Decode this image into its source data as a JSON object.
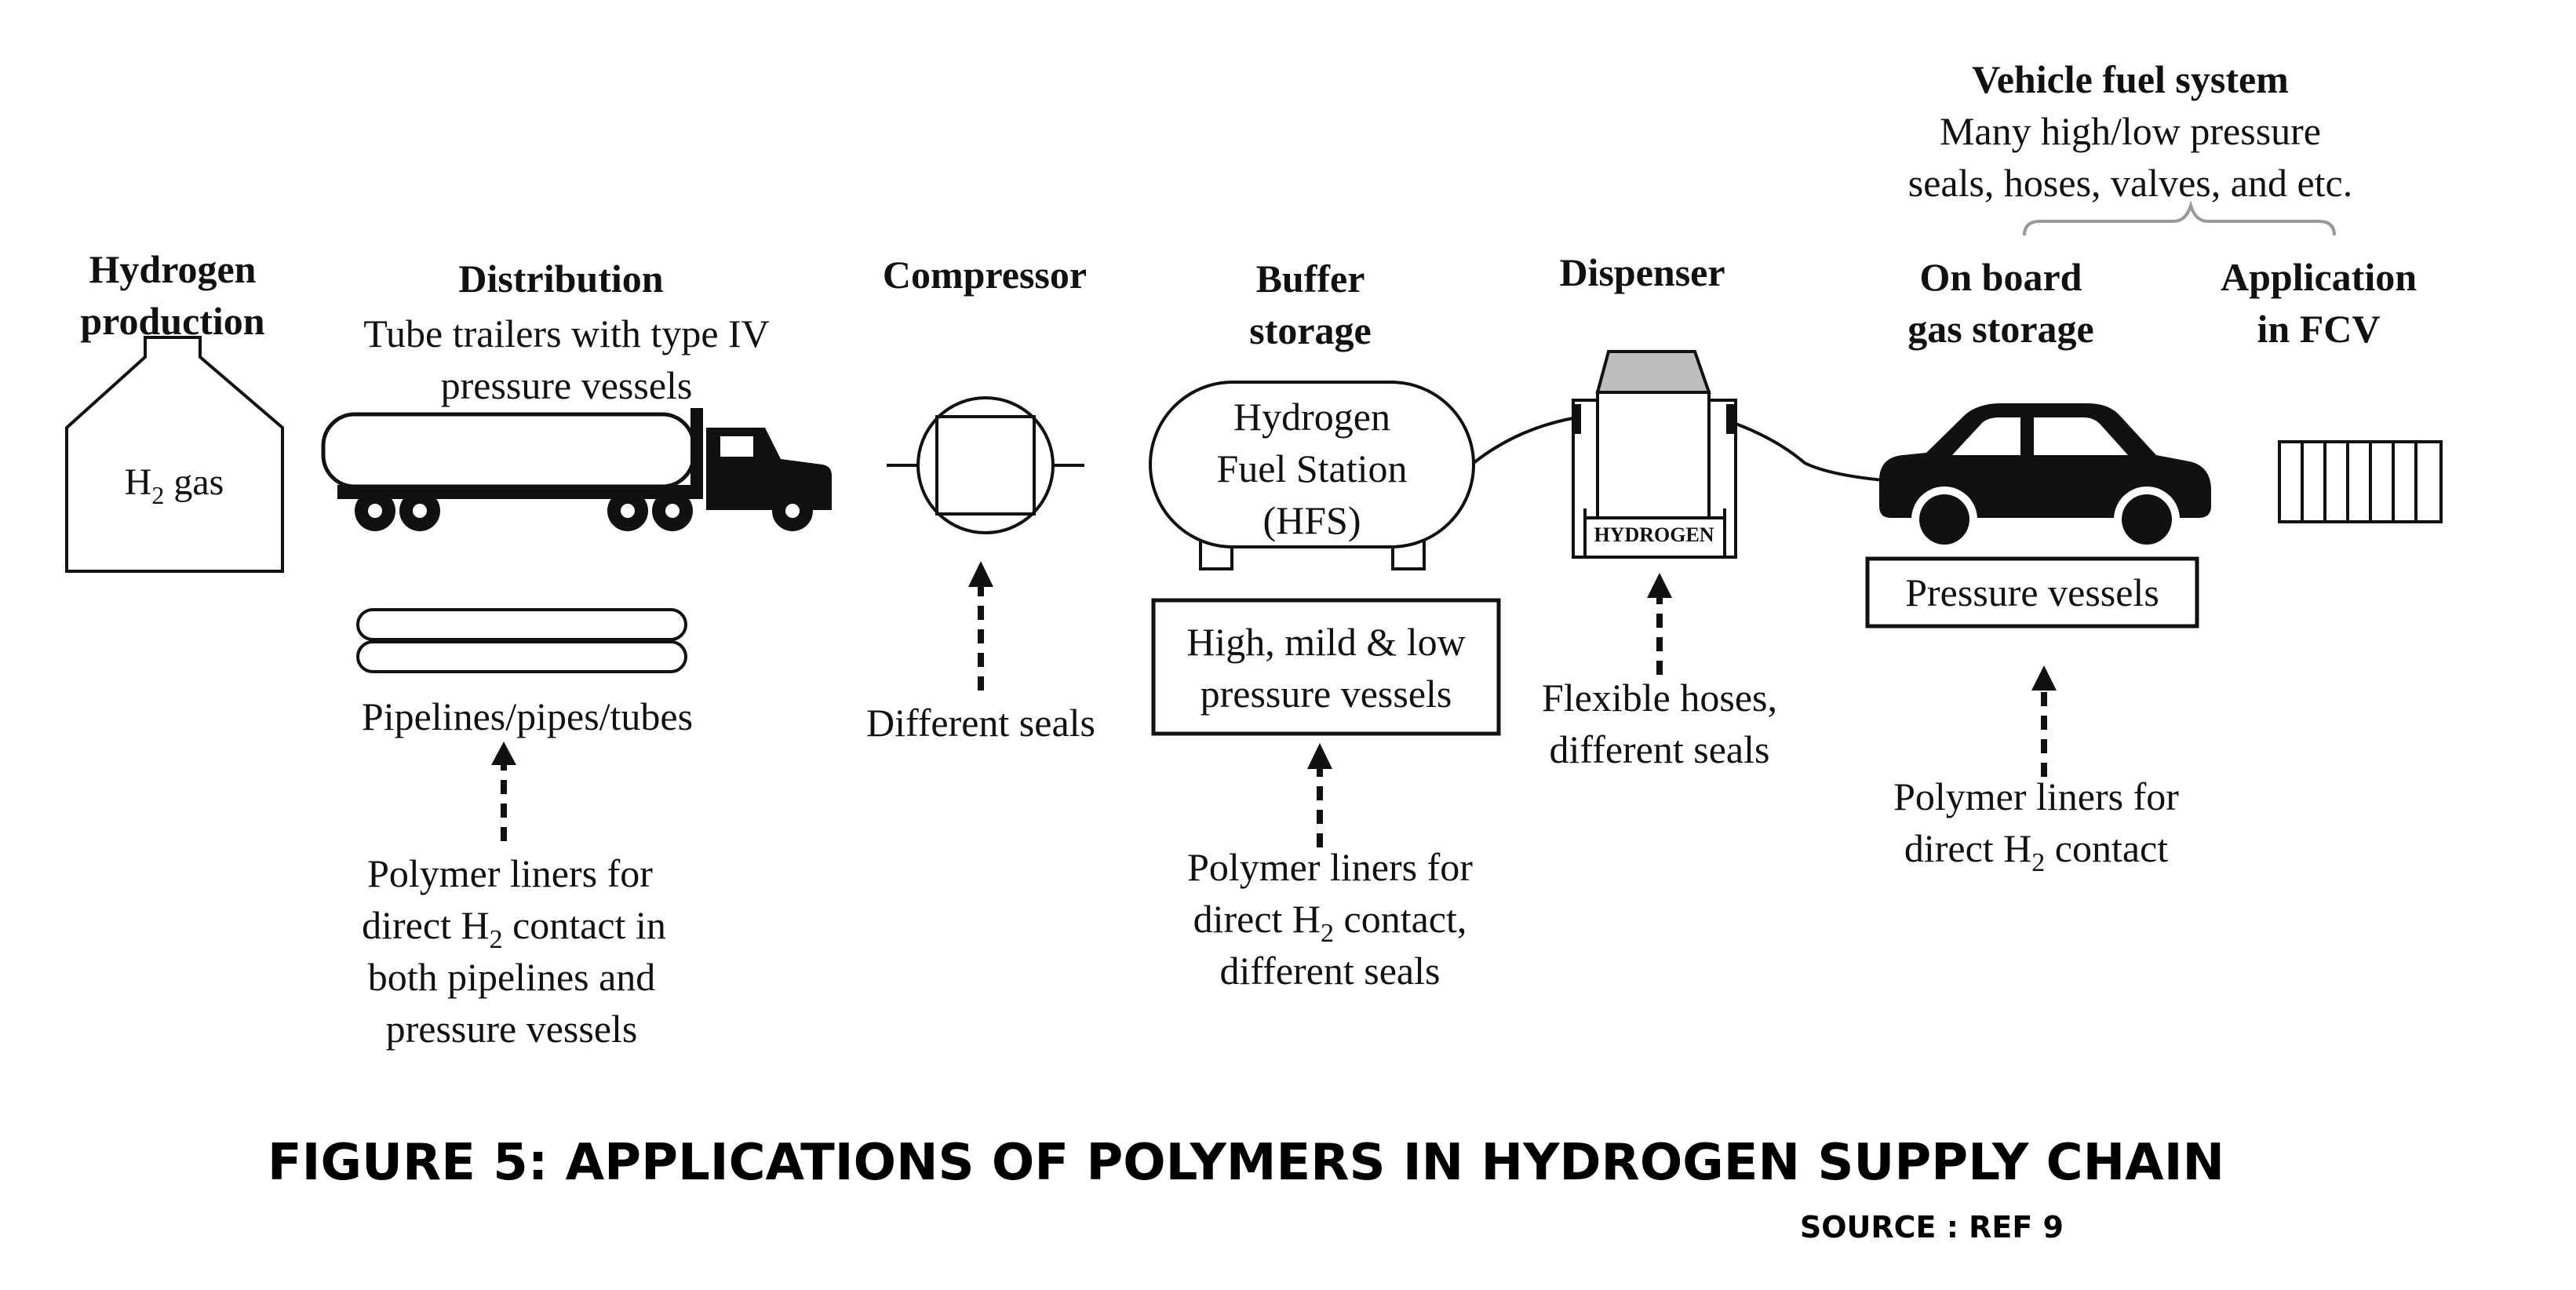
{
  "stages": {
    "production": {
      "title": [
        "Hydrogen",
        "production"
      ],
      "tank_label": "H",
      "tank_sub": "2",
      "tank_suffix": " gas"
    },
    "distribution": {
      "title": "Distribution",
      "desc": [
        "Tube trailers with type IV",
        "pressure vessels"
      ],
      "pipes_label": "Pipelines/pipes/tubes",
      "note": [
        "Polymer liners for",
        "direct H",
        "2",
        " contact in",
        "both pipelines and",
        "pressure vessels"
      ]
    },
    "compressor": {
      "title": "Compressor",
      "note": "Different seals"
    },
    "buffer": {
      "title": [
        "Buffer",
        "storage"
      ],
      "tank_text": [
        "Hydrogen",
        "Fuel Station",
        "(HFS)"
      ],
      "box_text": [
        "High, mild & low",
        "pressure vessels"
      ],
      "note": [
        "Polymer liners for",
        "direct H",
        "2",
        " contact,",
        "different seals"
      ]
    },
    "dispenser": {
      "title": "Dispenser",
      "unit_label": "HYDROGEN",
      "note": [
        "Flexible hoses,",
        "different seals"
      ]
    },
    "onboard": {
      "title": [
        "On board",
        "gas storage"
      ],
      "box_text": "Pressure vessels",
      "note": [
        "Polymer liners for",
        "direct H",
        "2",
        " contact"
      ]
    },
    "application": {
      "title": [
        "Application",
        "in FCV"
      ]
    }
  },
  "vehicle_fuel_system": {
    "title": "Vehicle fuel system",
    "desc": [
      "Many high/low pressure",
      "seals, hoses, valves, and etc."
    ]
  },
  "caption": {
    "title": "FIGURE 5: APPLICATIONS OF POLYMERS IN HYDROGEN SUPPLY CHAIN",
    "source": "SOURCE : REF 9"
  }
}
